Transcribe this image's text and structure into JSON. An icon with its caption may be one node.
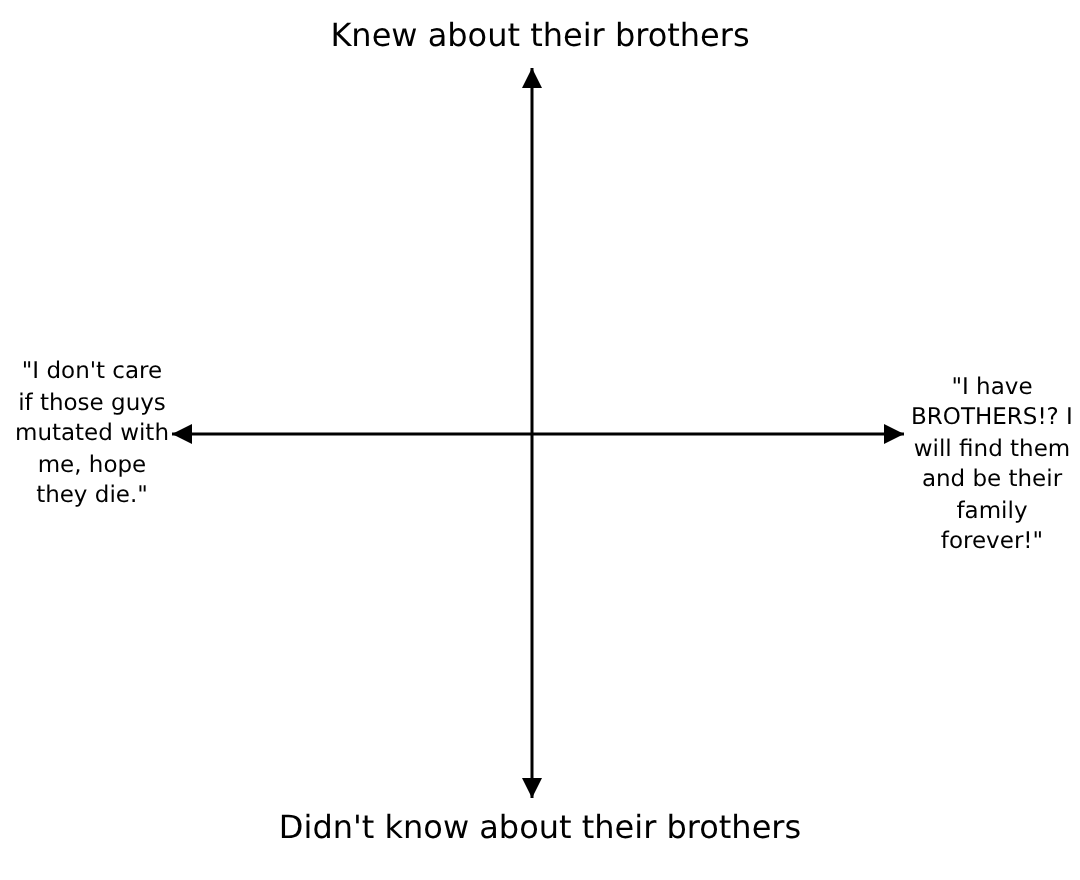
{
  "diagram": {
    "nodes": [
      {
        "text": [
          "Knew about their brothers"
        ]
      },
      {
        "text": [
          "\"I don't care if those guys mutated with me, hope they die.\""
        ]
      },
      {
        "text": [
          "\"I have BROTHERS!? I will find them and be their family forever!\""
        ]
      },
      {
        "text": [
          "Didn't know about their brothers"
        ]
      }
    ],
    "edges": [
      {
        "from": 0,
        "to": 3,
        "arrow": "both"
      },
      {
        "from": 1,
        "to": 2,
        "arrow": "both"
      }
    ]
  }
}
